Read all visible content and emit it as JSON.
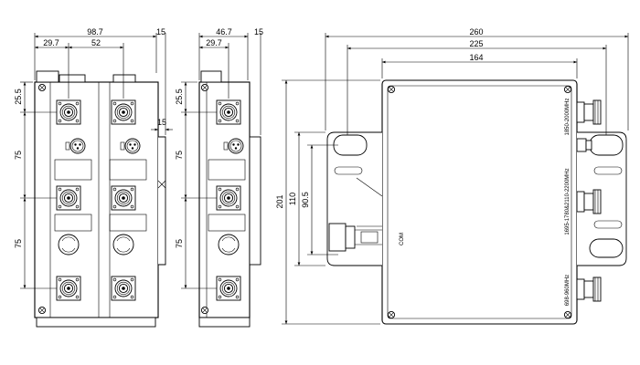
{
  "front_view": {
    "dim_width_total": "98.7",
    "dim_left_offset": "29.7",
    "dim_connector_pitch": "52",
    "dim_flange": "15",
    "dim_top_offset": "25.5",
    "dim_vertical_1": "75",
    "dim_vertical_2": "75",
    "dim_side_15": "15"
  },
  "side_view": {
    "dim_width_total": "46.7",
    "dim_left_offset": "29.7",
    "dim_flange": "15",
    "dim_top_offset": "25.5",
    "dim_vertical_1": "75",
    "dim_vertical_2": "75"
  },
  "top_view": {
    "dim_overall_length": "260",
    "dim_hole_spacing": "225",
    "dim_body_length": "164",
    "dim_overall_height": "201",
    "dim_height_110": "110",
    "dim_height_90_5": "90.5",
    "port_label_com": "COM",
    "port_label_1": "1850-2000MHz",
    "port_label_2": "1695-1780&2110-2200MHz",
    "port_label_3": "698-960MHz"
  }
}
